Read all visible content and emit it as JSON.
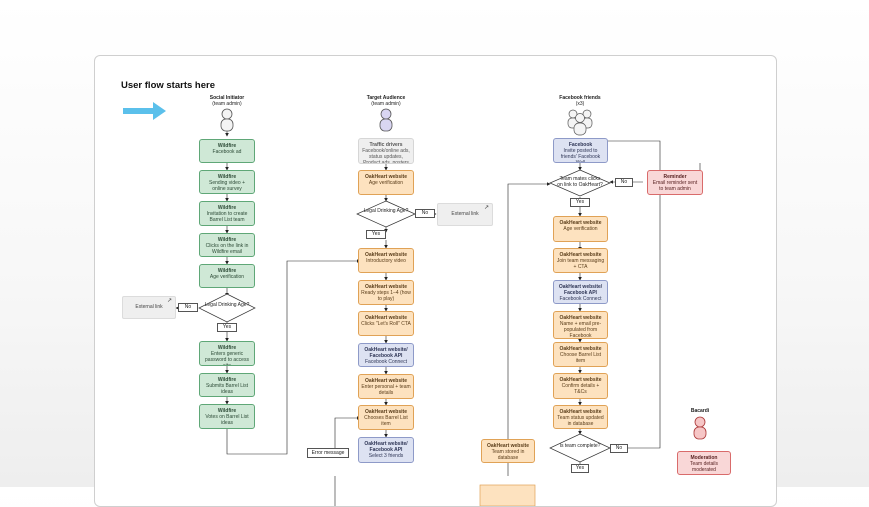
{
  "title": "User flow starts here",
  "actors": {
    "social": {
      "name": "Social Initiator",
      "sub": "(team admin)"
    },
    "target": {
      "name": "Target Audience",
      "sub": "(team admin)"
    },
    "friends": {
      "name": "Facebook friends",
      "sub": "(x3)"
    },
    "bacardi": {
      "name": "Bacardi"
    }
  },
  "col1": [
    {
      "title": "Wildfire",
      "text": "Facebook ad"
    },
    {
      "title": "Wildfire",
      "text": "Sending video + online survey"
    },
    {
      "title": "Wildfire",
      "text": "Invitation to create Barrel List team"
    },
    {
      "title": "Wildfire",
      "text": "Clicks on the link in Wildfire email"
    },
    {
      "title": "Wildfire",
      "text": "Age verification"
    },
    {
      "title": "Wildfire",
      "text": "Enters generic password to access site"
    },
    {
      "title": "Wildfire",
      "text": "Submits Barrel List ideas"
    },
    {
      "title": "Wildfire",
      "text": "Votes on Barrel List ideas"
    }
  ],
  "col1_decision": {
    "text": "Legal Drinking Age?",
    "yes": "Yes",
    "no": "No",
    "ext": "External link"
  },
  "col2": [
    {
      "title": "Traffic drivers",
      "text": "Facebook/online ads, status updates, Product ads, posters"
    },
    {
      "title": "OakHeart website",
      "text": "Age verification"
    },
    {
      "title": "OakHeart website",
      "text": "Introductory video"
    },
    {
      "title": "OakHeart website",
      "text": "Ready steps 1–4 (how to play)"
    },
    {
      "title": "OakHeart website",
      "text": "Clicks \"Let's Roll\" CTA"
    },
    {
      "title": "OakHeart website/ Facebook API",
      "text": "Facebook Connect"
    },
    {
      "title": "OakHeart website",
      "text": "Enter personal + team details"
    },
    {
      "title": "OakHeart website",
      "text": "Chooses Barrel List item"
    },
    {
      "title": "OakHeart website/ Facebook API",
      "text": "Select 3 friends"
    }
  ],
  "col2_decision": {
    "text": "Legal Drinking Age?",
    "yes": "Yes",
    "no": "No",
    "ext": "External link"
  },
  "error_label": "Error message",
  "col3": [
    {
      "title": "Facebook",
      "text": "Invite posted to friends' Facebook Wall"
    },
    {
      "title": "OakHeart website",
      "text": "Age verification"
    },
    {
      "title": "OakHeart website",
      "text": "Join team messaging + CTA"
    },
    {
      "title": "OakHeart website/ Facebook API",
      "text": "Facebook Connect"
    },
    {
      "title": "OakHeart website",
      "text": "Name + email pre-populated from Facebook"
    },
    {
      "title": "OakHeart website",
      "text": "Choose Barrel List item"
    },
    {
      "title": "OakHeart website",
      "text": "Confirm details + T&Cs"
    },
    {
      "title": "OakHeart website",
      "text": "Team status updated in database"
    }
  ],
  "col3_decision1": {
    "text": "Team mates clicks on link to OakHeart?",
    "yes": "Yes",
    "no": "No"
  },
  "col3_decision2": {
    "text": "Is team complete?",
    "yes": "Yes",
    "no": "No"
  },
  "reminder": {
    "title": "Reminder",
    "text": "Email reminder sent to team admin"
  },
  "stored": {
    "title": "OakHeart website",
    "text": "Team stored in database"
  },
  "moderation": {
    "title": "Moderation",
    "text": "Team details moderated"
  },
  "colors": {
    "green": "#cfe8d6",
    "orange": "#fde2bf",
    "blue": "#dde2f2",
    "red": "#f9d7d7",
    "arrow": "#5bc0eb"
  }
}
